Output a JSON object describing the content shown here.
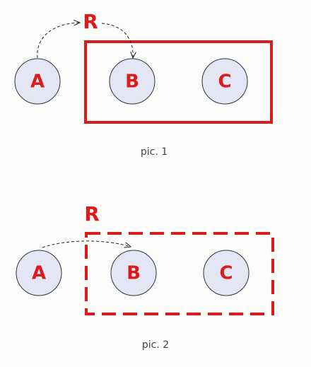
{
  "colors": {
    "accent": "#d91c1c",
    "node_fill": "#e4e6f6",
    "node_stroke": "#333333",
    "arrow": "#222222",
    "caption": "#444444",
    "background": "#fbfbf9"
  },
  "figure1": {
    "caption": "pic. 1",
    "container_label": "R",
    "container_style": "solid",
    "nodes": [
      {
        "label": "A"
      },
      {
        "label": "B"
      },
      {
        "label": "C"
      }
    ]
  },
  "figure2": {
    "caption": "pic. 2",
    "container_label": "R",
    "container_style": "dashed",
    "nodes": [
      {
        "label": "A"
      },
      {
        "label": "B"
      },
      {
        "label": "C"
      }
    ]
  }
}
